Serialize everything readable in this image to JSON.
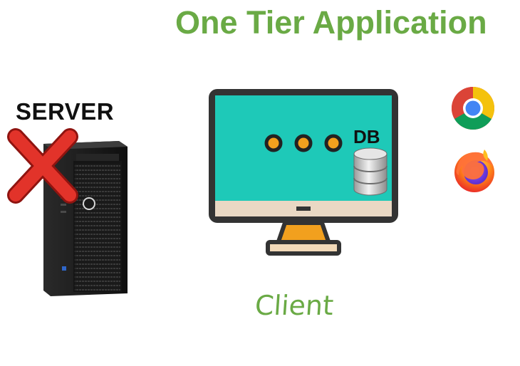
{
  "diagram": {
    "title": "One Tier Application",
    "server_label": "SERVER",
    "db_label": "DB",
    "client_label": "Client"
  },
  "icons": {
    "server": "tower-server-icon",
    "crossed_out": "red-x-icon",
    "monitor": "desktop-monitor-icon",
    "database": "database-cylinder-icon",
    "browser_1": "chrome-icon",
    "browser_2": "firefox-icon"
  },
  "colors": {
    "title_green": "#6aaa45",
    "screen_teal": "#1ec9b8",
    "monitor_frame": "#333333",
    "monitor_stand": "#f2a01e",
    "cross_red": "#d9261c"
  }
}
